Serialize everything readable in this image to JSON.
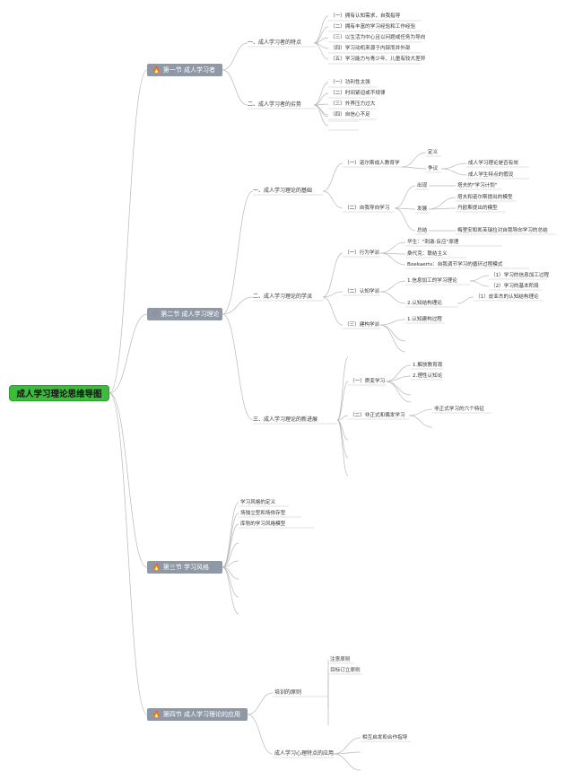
{
  "root": {
    "label": "成人学习理论思维导图"
  },
  "sections": {
    "s1": {
      "label": "第一节 成人学习者",
      "icon": "fire-icon"
    },
    "s2": {
      "label": "第二节 成人学习理论",
      "icon": "heart-icon"
    },
    "s3": {
      "label": "第三节 学习风格",
      "icon": "fire-icon"
    },
    "s4": {
      "label": "第四节 成人学习理论的应用",
      "icon": "fire-icon"
    }
  },
  "s1": {
    "a": "一、成人学习者的特点",
    "a_items": [
      "（一）拥有认知需求，自我指导",
      "（二）拥有丰富的学习经验和工作经验",
      "（三）以生活为中心且以问题或任务为导向",
      "（四）学习动机来源于内部而并外部",
      "（五）学习能力与青少年、儿童有较大差异"
    ],
    "b": "二、成人学习者的劣势",
    "b_items": [
      "（一）功利性太强",
      "（二）时间紧迫或不规律",
      "（三）外界压力过大",
      "（四）自信心不足"
    ]
  },
  "s2": {
    "a": "一、成人学习理论的基础",
    "a1": "（一）诺尔斯成人教育学",
    "a1_def": "定义",
    "a1_dispute": "争议",
    "a1_dispute_items": [
      "成人学习理论是否有效",
      "成人学生特点的假设"
    ],
    "a2": "（二）自我导向学习",
    "a2_appear": "出现",
    "a2_appear_item": "塔夫的\"学习计划\"",
    "a2_dev": "发展",
    "a2_dev_items": [
      "塔夫和诺尔斯提出的模型",
      "丹欧斯提出的模型"
    ],
    "a2_sum": "总结",
    "a2_sum_item": "梅里安和凯芙瑞拉对自我导向学习的总结",
    "b": "二、成人学习理论的学派",
    "b1": "（一）行为学派",
    "b1_items": [
      "华生：\"刺激-反应\"原理",
      "桑代克：联结主义",
      "Boekaerts：自我调节学习的循环过程模式"
    ],
    "b2": "（二）认知学派",
    "b2_1": "1.信息加工的学习理论",
    "b2_1_items": [
      "（1）学习的信息加工过程",
      "（2）学习的基本阶段"
    ],
    "b2_2": "2.认知结构理论",
    "b2_2_item": "（1）皮亚杰的认知结构理论",
    "b3": "（三）建构学派",
    "b3_item": "1.认知建构过程",
    "c": "三、成人学习理论的新进展",
    "c1": "（一）质变学习",
    "c1_items": [
      "1.解放教育观",
      "2.理性认知论"
    ],
    "c2": "（二）非正式和偶发学习",
    "c2_item": "非正式学习的六个特征"
  },
  "s3": {
    "items": [
      "学习风格的定义",
      "场独立型和场依存型",
      "库勃的学习风格模型"
    ]
  },
  "s4": {
    "a": "培训的原则",
    "a_items": [
      "注意原则",
      "目标订立原则"
    ],
    "b": "成人学习心理特点的应用",
    "b_items": [
      "相互启发和合作指导"
    ]
  }
}
